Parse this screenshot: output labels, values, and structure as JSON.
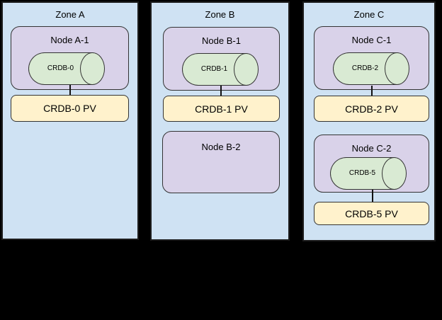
{
  "colors": {
    "background": "#000000",
    "zone_fill": "#cfe2f3",
    "node_fill": "#d9d2e9",
    "cylinder_fill": "#d9ead3",
    "pv_fill": "#fff2cc",
    "border": "#1c1c1c",
    "shape_border": "#333333",
    "line": "#111111"
  },
  "zones": [
    {
      "label": "Zone A",
      "nodes": [
        {
          "label": "Node A-1",
          "pod": "CRDB-0",
          "pv": "CRDB-0 PV"
        }
      ]
    },
    {
      "label": "Zone B",
      "nodes": [
        {
          "label": "Node B-1",
          "pod": "CRDB-1",
          "pv": "CRDB-1 PV"
        },
        {
          "label": "Node B-2"
        }
      ]
    },
    {
      "label": "Zone C",
      "nodes": [
        {
          "label": "Node C-1",
          "pod": "CRDB-2",
          "pv": "CRDB-2 PV"
        },
        {
          "label": "Node C-2",
          "pod": "CRDB-5",
          "pv": "CRDB-5 PV"
        }
      ]
    }
  ]
}
